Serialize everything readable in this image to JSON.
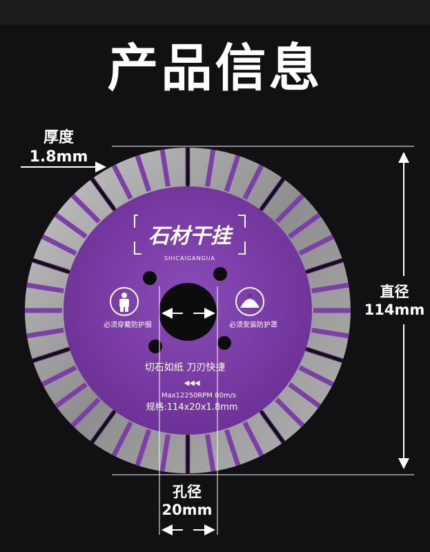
{
  "page": {
    "title": "产品信息"
  },
  "thickness": {
    "label": "厚度",
    "value": "1.8mm"
  },
  "diameter": {
    "label": "直径",
    "value": "114mm"
  },
  "hole": {
    "label": "孔径",
    "value": "20mm"
  },
  "blade": {
    "brand": "石材干挂",
    "brand_pinyin": "SHICAIGANGUA",
    "warning_left": "必须穿戴防护服",
    "warning_right": "必须安装防护罩",
    "slogan": "切石如纸   刀刃快捷",
    "arrows": "◀◀◀",
    "rpm": "Max12250RPM   80m/s",
    "spec": "规格:114x20x1.8mm",
    "icon_left": "protective-suit-icon",
    "icon_right": "blade-guard-icon"
  },
  "colors": {
    "background": "#111113",
    "blade_purple": "#7b3fa6",
    "segment_gray": "#9a9a9a",
    "text": "#ffffff"
  }
}
